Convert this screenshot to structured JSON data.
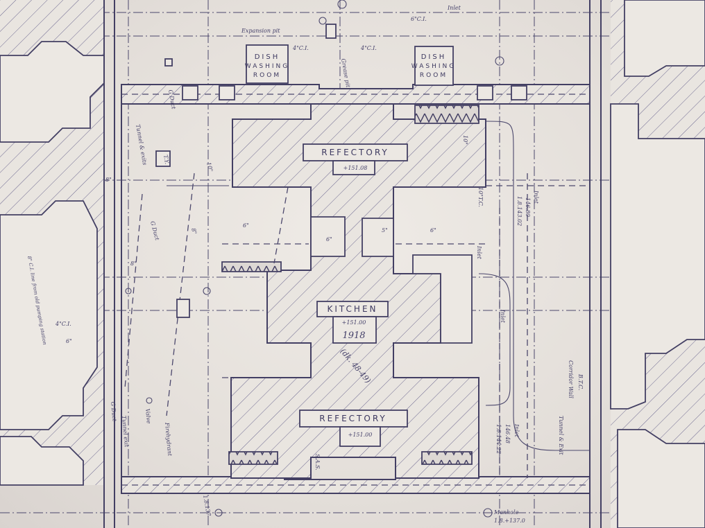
{
  "labels": {
    "dish_washing_left": [
      "DISH",
      "WASHING",
      "ROOM"
    ],
    "dish_washing_right": [
      "DISH",
      "WASHING",
      "ROOM"
    ],
    "refectory_top": {
      "name": "REFECTORY",
      "elevation": "+151.08"
    },
    "kitchen": {
      "name": "KITCHEN",
      "elevation": "+151.00",
      "year": "1918"
    },
    "drawing_ref": "(dk. 48-49)",
    "refectory_bottom": {
      "name": "REFECTORY",
      "elevation": "+151.00"
    },
    "expansion_pit": "Expansion pit",
    "grease_pit": "Grease pit",
    "manhole": {
      "name": "Manhole",
      "elevation": "1.8.+137.0"
    },
    "inlet_top": "Inlet",
    "inlet_right": "Inlet",
    "inlet_right_elev": "146.80",
    "inlet_right_elev2": "1.8.143.02",
    "inlet_mid": "Inlet",
    "inlet_left": "Inlet",
    "inlet_lower": "Inlet",
    "inlet_lower_elev": "146.48",
    "inlet_lower_elev2": "1.8.144.22",
    "tunnel_exits": "Tunnel & exits",
    "g_duct_top": "G Duct",
    "g_duct_mid": "G Duct",
    "g_duct_low": "G Duct",
    "tunnel_exit_left": "Tunnel exit",
    "ty": "T.Y.",
    "corridor_wall": "Corridor Wall",
    "btc": "B.T.C.",
    "tunnel_exit_right": "Tunnel & Exit",
    "ci_4_a": "4\"C.I.",
    "ci_4_b": "4\"C.I.",
    "ci_4_left": "4\"C.I.",
    "ci_6": "6\"C.I.",
    "ten_a": "10\"",
    "ten_b": "10\"",
    "eight_a": "8\"",
    "eight_b": "8\"",
    "eight_c": "8\"",
    "six_a": "6\"",
    "six_b": "6\"",
    "six_c": "6\"",
    "six_d": "6\"",
    "five": "5\"",
    "tc_10": "10\"T.C.",
    "sas": "S.A.S.",
    "firehydrant": "Firehydrant",
    "valve": "Valve",
    "old_line": "8\" C.I. line from old pumping station",
    "fuel": "1.8.137"
  }
}
